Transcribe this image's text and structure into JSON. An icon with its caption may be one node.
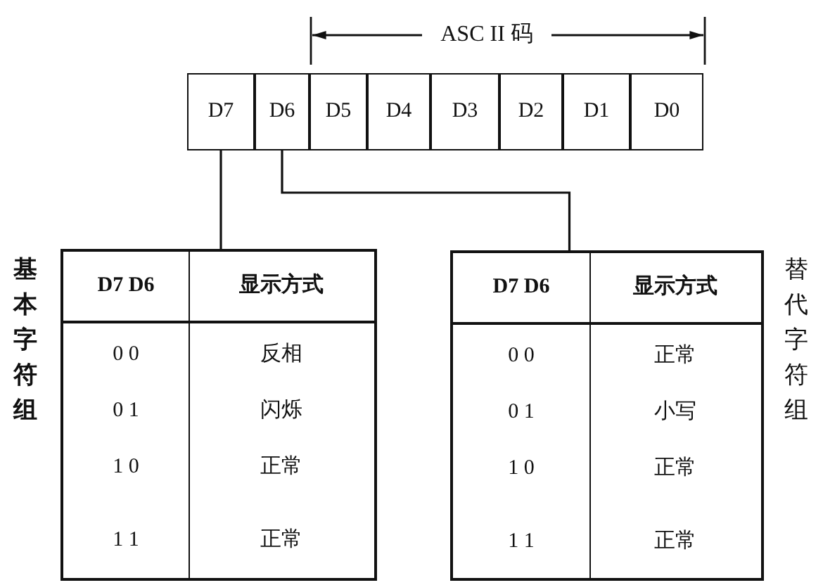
{
  "diagram": {
    "nodes": [
      {
        "text": [
          "D7"
        ]
      },
      {
        "text": [
          "D6"
        ]
      },
      {
        "text": [
          "D5"
        ]
      },
      {
        "text": [
          "D4"
        ]
      },
      {
        "text": [
          "D3"
        ]
      },
      {
        "text": [
          "D2"
        ]
      },
      {
        "text": [
          "D1"
        ]
      },
      {
        "text": [
          "D0"
        ]
      },
      {
        "text": [
          "D7 D6",
          "显示方式",
          "0 0",
          "反相",
          "0 1",
          "闪烁",
          "1 0",
          "正常",
          "1 1",
          "正常"
        ],
        "beside": [
          "基本字符组"
        ]
      },
      {
        "text": [
          "D7 D6",
          "显示方式",
          "0 0",
          "正常",
          "0 1",
          "小写",
          "1 0",
          "正常",
          "1 1",
          "正常"
        ],
        "beside": [
          "替代字符组"
        ]
      }
    ],
    "edges": [
      {
        "from": 0,
        "to": 8,
        "arrow": "none"
      },
      {
        "from": 1,
        "to": 9,
        "arrow": "none"
      }
    ],
    "labels": [
      "ASC II 码"
    ]
  }
}
